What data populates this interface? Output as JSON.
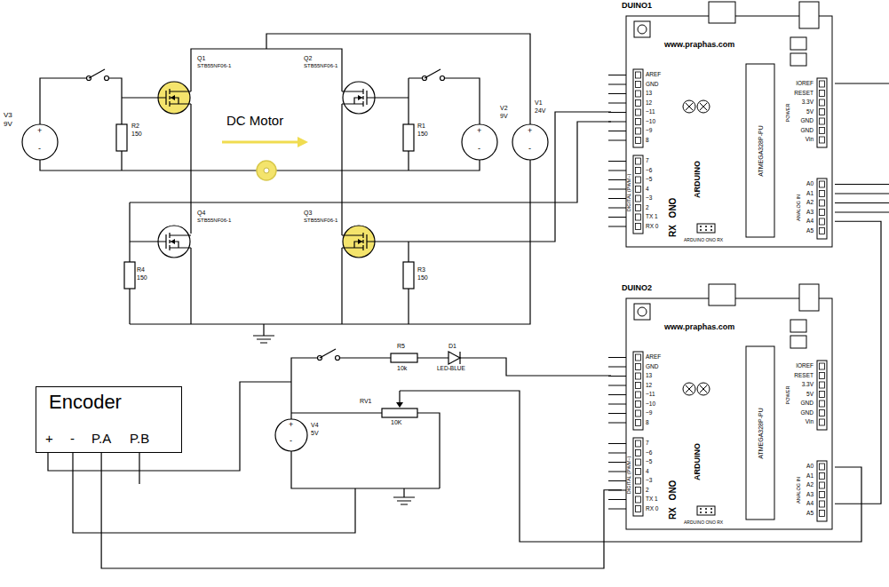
{
  "diagram": {
    "nodes": [
      {
        "text": [
          "Encoder",
          "+",
          "-",
          "P.A",
          "P.B"
        ]
      },
      {
        "text": [
          "DUINO1",
          "www.praphas.com",
          "AREF",
          "GND",
          "13",
          "12",
          "~11",
          "~10",
          "~9",
          "8",
          "7",
          "~6",
          "~5",
          "4",
          "~3",
          "2",
          "TX 1",
          "RX 0",
          "DIGITAL (PWM~)",
          "ONO",
          "RX",
          "ARDUINO",
          "ATMEGA328P-PU",
          "IOREF",
          "RESET",
          "3.3V",
          "5V",
          "GND",
          "GND",
          "Vin",
          "POWER",
          "A0",
          "A1",
          "A2",
          "A3",
          "A4",
          "A5",
          "ANALOG IN",
          "ARDUINO ONO RX"
        ]
      },
      {
        "text": [
          "DUINO2",
          "www.praphas.com",
          "AREF",
          "GND",
          "13",
          "12",
          "~11",
          "~10",
          "~9",
          "8",
          "7",
          "~6",
          "~5",
          "4",
          "~3",
          "2",
          "TX 1",
          "RX 0",
          "DIGITAL (PWM~)",
          "ONO",
          "RX",
          "ARDUINO",
          "ATMEGA328P-PU",
          "IOREF",
          "RESET",
          "3.3V",
          "5V",
          "GND",
          "GND",
          "Vin",
          "POWER",
          "A0",
          "A1",
          "A2",
          "A3",
          "A4",
          "A5",
          "ANALOG IN",
          "ARDUINO ONO RX"
        ]
      }
    ],
    "edges": [
      {
        "from": 0,
        "to": 2,
        "arrow": "none"
      },
      {
        "from": 1,
        "to": 2,
        "arrow": "none"
      }
    ],
    "labels": [
      "V3",
      "9V",
      "+",
      "-",
      "R2",
      "150",
      "Q1",
      "STB55NF06-1",
      "Q2",
      "STB55NF06-1",
      "DC Motor",
      "R1",
      "150",
      "V2",
      "9V",
      "+",
      "-",
      "V1",
      "24V",
      "+",
      "-",
      "Q4",
      "STB55NF06-1",
      "Q3",
      "STB55NF06-1",
      "R4",
      "150",
      "R3",
      "150",
      "R5",
      "10k",
      "D1",
      "LED-BLUE",
      "RV1",
      "10K",
      "V4",
      "5V",
      "+",
      "-"
    ]
  }
}
